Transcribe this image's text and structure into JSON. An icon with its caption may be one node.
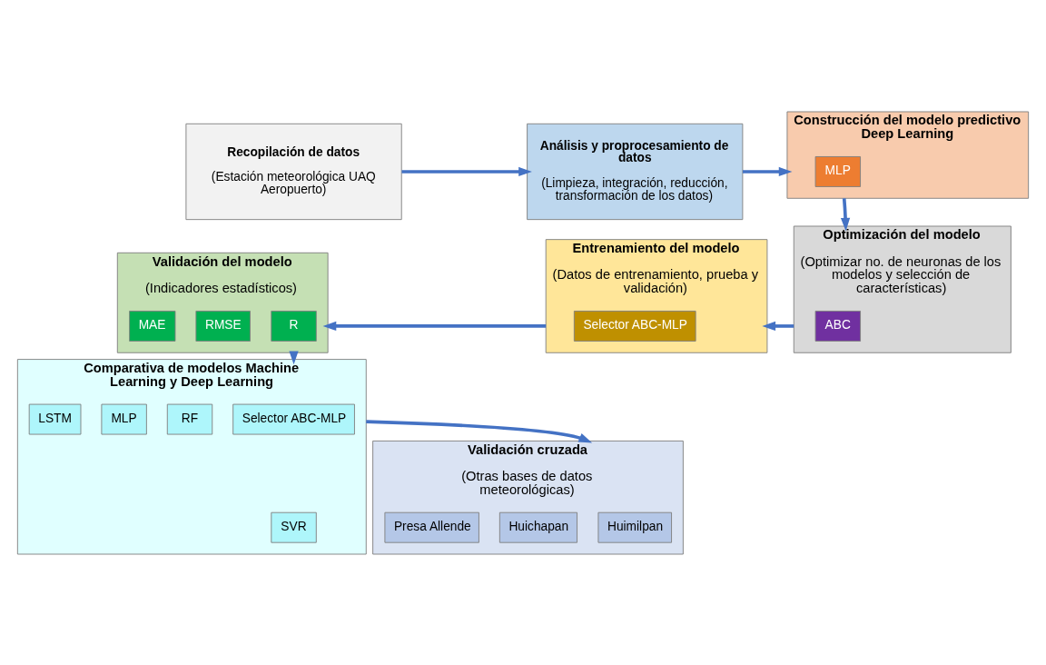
{
  "diagram": {
    "nodes": [
      {
        "text": [
          "Recopilación de datos",
          "(Estación meteorológica UAQ Aeropuerto)"
        ]
      },
      {
        "text": [
          "Análisis y proprocesamiento de datos",
          "(Limpieza, integración, reducción, transformación de los datos)"
        ]
      },
      {
        "text": [
          "Construcción del modelo predictivo Deep Learning"
        ]
      },
      {
        "text": [
          "MLP"
        ],
        "in": 2
      },
      {
        "text": [
          "Optimización del modelo",
          "(Optimizar no. de neuronas de los modelos y selección de características)"
        ]
      },
      {
        "text": [
          "ABC"
        ],
        "in": 4
      },
      {
        "text": [
          "Entrenamiento del modelo",
          "(Datos de entrenamiento, prueba y validación)"
        ]
      },
      {
        "text": [
          "Selector ABC-MLP"
        ],
        "in": 6
      },
      {
        "text": [
          "Validación del modelo",
          "(Indicadores estadísticos)"
        ]
      },
      {
        "text": [
          "R"
        ],
        "in": 8
      },
      {
        "text": [
          "RMSE"
        ],
        "in": 8
      },
      {
        "text": [
          "MAE"
        ],
        "in": 8
      },
      {
        "text": [
          "Comparativa de modelos Machine Learning y Deep Learning"
        ]
      },
      {
        "text": [
          "Selector ABC-MLP"
        ],
        "in": 12
      },
      {
        "text": [
          "SVR"
        ],
        "in": 12
      },
      {
        "text": [
          "RF"
        ],
        "in": 12
      },
      {
        "text": [
          "MLP"
        ],
        "in": 12
      },
      {
        "text": [
          "LSTM"
        ],
        "in": 12
      },
      {
        "text": [
          "Validación cruzada",
          "(Otras bases de datos meteorológicas)"
        ]
      },
      {
        "text": [
          "Huimilpan"
        ],
        "in": 18
      },
      {
        "text": [
          "Huichapan"
        ],
        "in": 18
      },
      {
        "text": [
          "Presa Allende"
        ],
        "in": 18
      }
    ],
    "edges": [
      {
        "from": 0,
        "to": 1,
        "arrow": "to"
      },
      {
        "from": 1,
        "to": 2,
        "arrow": "to"
      },
      {
        "from": 2,
        "to": 4,
        "arrow": "to"
      },
      {
        "from": 4,
        "to": 6,
        "arrow": "to"
      },
      {
        "from": 6,
        "to": 8,
        "arrow": "to"
      },
      {
        "from": 8,
        "to": 12,
        "arrow": "to"
      },
      {
        "from": 12,
        "to": 18,
        "arrow": "to"
      }
    ]
  }
}
